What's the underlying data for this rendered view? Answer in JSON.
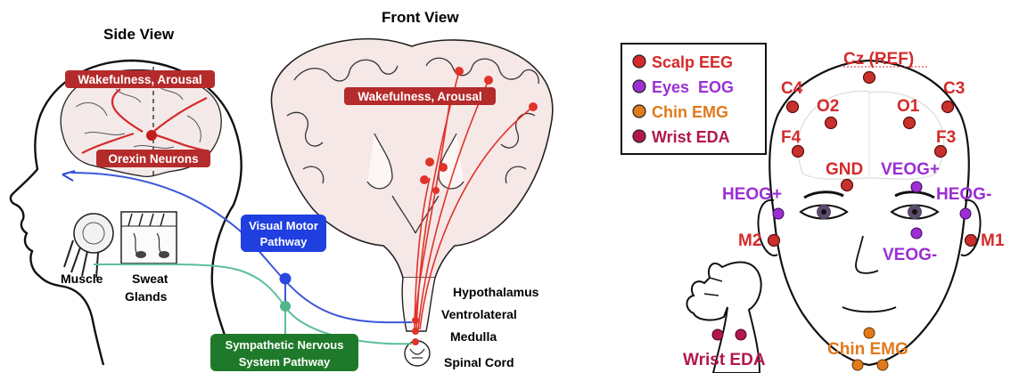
{
  "left_panel": {
    "side_view_title": "Side View",
    "front_view_title": "Front View",
    "wakefulness_side": "Wakefulness, Arousal",
    "wakefulness_front": "Wakefulness, Arousal",
    "orexin_neurons": "Orexin Neurons",
    "visual_motor_line1": "Visual Motor",
    "visual_motor_line2": "Pathway",
    "sympathetic_line1": "Sympathetic Nervous",
    "sympathetic_line2": "System Pathway",
    "muscle": "Muscle",
    "sweat_line1": "Sweat",
    "sweat_line2": "Glands",
    "hypothalamus": "Hypothalamus",
    "ventrolateral": "Ventrolateral",
    "medulla": "Medulla",
    "spinal_cord": "Spinal Cord"
  },
  "legend": {
    "items": [
      {
        "label": "Scalp EEG",
        "color": "#d42a2a"
      },
      {
        "label": "Eyes  EOG",
        "color": "#9b2fd3"
      },
      {
        "label": "Chin EMG",
        "color": "#e07a1c"
      },
      {
        "label": "Wrist EDA",
        "color": "#b0174f"
      }
    ]
  },
  "electrodes": {
    "cz_ref": "Cz (REF)",
    "c4": "C4",
    "c3": "C3",
    "o2": "O2",
    "o1": "O1",
    "f4": "F4",
    "f3": "F3",
    "gnd": "GND",
    "veog_plus": "VEOG+",
    "heog_plus": "HEOG+",
    "heog_minus": "HEOG-",
    "m2": "M2",
    "m1": "M1",
    "veog_minus": "VEOG-",
    "chin_emg": "Chin EMG",
    "wrist_eda": "Wrist EDA"
  },
  "colors": {
    "eeg_red": "#e0332b",
    "eog_purple": "#9b2fd3",
    "emg_orange": "#e07a1c",
    "eda_maroon": "#b0174f",
    "box_red": "#b52b2b",
    "box_blue": "#1f3fe0",
    "box_green": "#1e7a2a",
    "blue_path": "#3b56d9",
    "green_path": "#5bbf99"
  }
}
